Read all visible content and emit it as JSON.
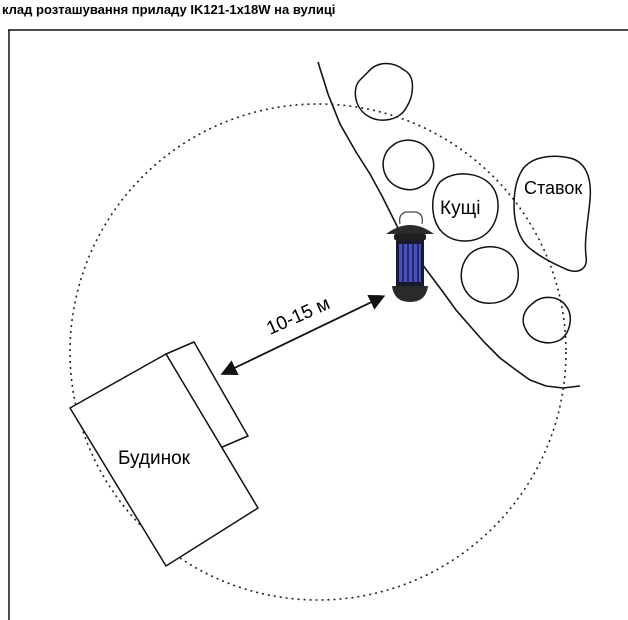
{
  "heading": "клад розташування приладу IK121-1x18W на вулиці",
  "labels": {
    "distance": "10-15 м",
    "house": "Будинок",
    "bushes": "Кущі",
    "pond": "Ставок"
  },
  "colors": {
    "line": "#111111",
    "device_body": "#2a2a2a",
    "device_light": "#4d57d9"
  },
  "icons": [
    "insect-killer-lamp-icon"
  ]
}
